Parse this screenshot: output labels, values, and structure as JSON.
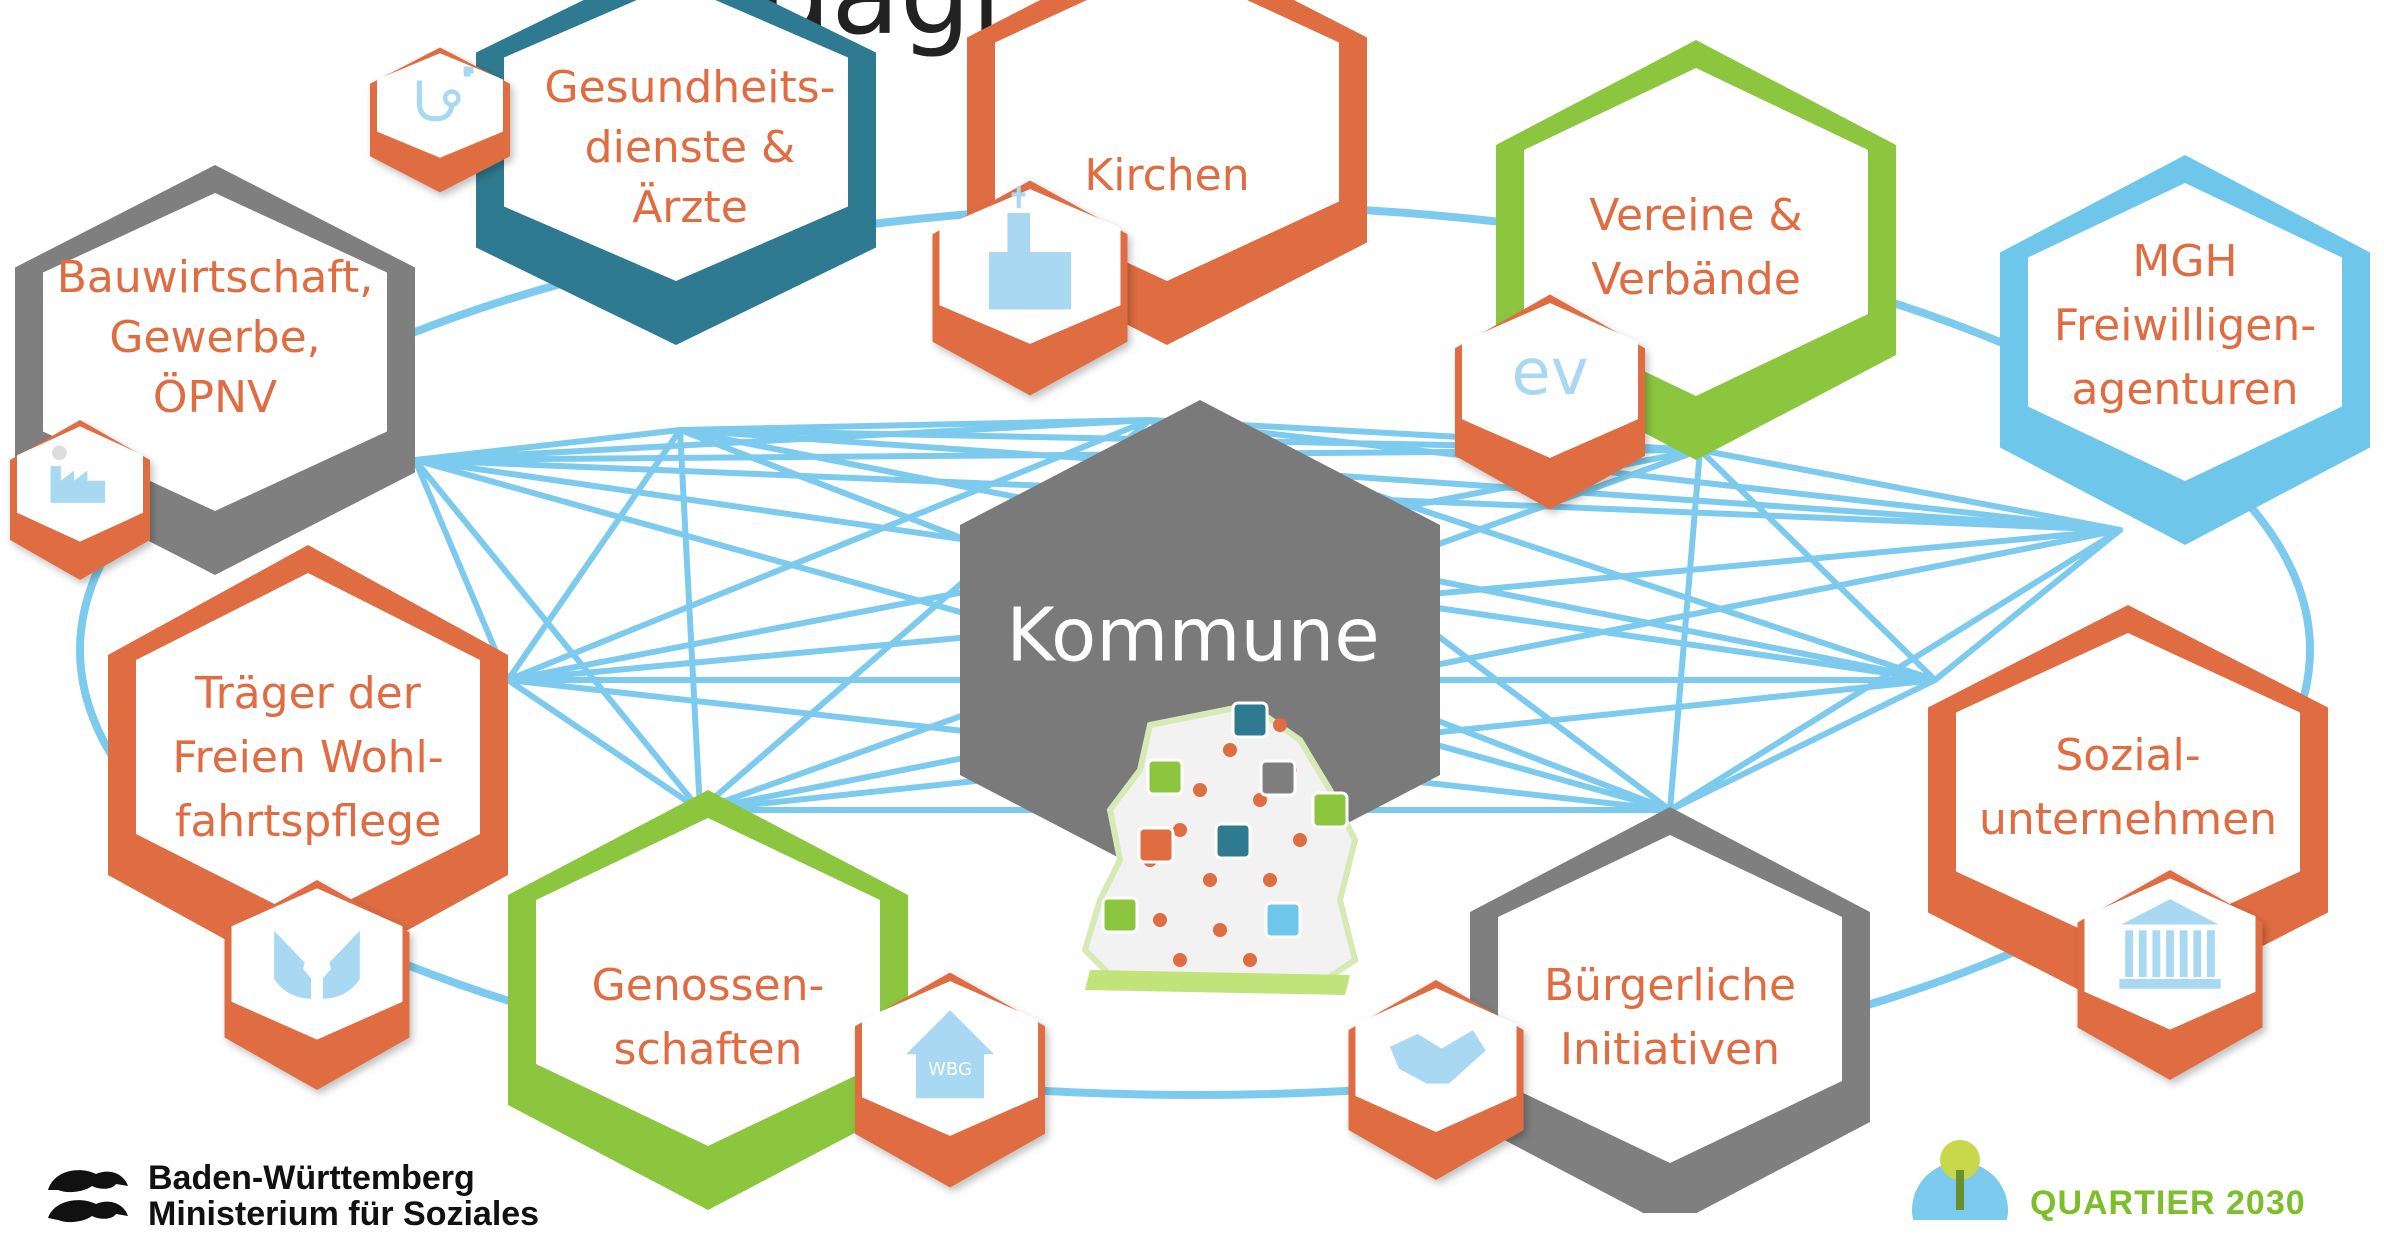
{
  "title_fragment": "gagi",
  "center": {
    "label": "Kommune"
  },
  "partners": [
    {
      "id": "gesundheit",
      "lines": [
        "Gesundheits-",
        "dienste &",
        "Ärzte"
      ],
      "border": "#2e7a90",
      "icon": "stethoscope-icon"
    },
    {
      "id": "kirchen",
      "lines": [
        "Kirchen"
      ],
      "border": "#e06c42",
      "icon": "church-icon"
    },
    {
      "id": "vereine",
      "lines": [
        "Vereine &",
        "Verbände"
      ],
      "border": "#8cc63f",
      "icon": "ev-icon",
      "icon_text": "ev"
    },
    {
      "id": "mgh",
      "lines": [
        "MGH",
        "Freiwilligen-",
        "agenturen"
      ],
      "border": "#6ec6ea",
      "icon": ""
    },
    {
      "id": "bau",
      "lines": [
        "Bauwirtschaft,",
        "Gewerbe,",
        "ÖPNV"
      ],
      "border": "#7f7f7f",
      "icon": "factory-icon"
    },
    {
      "id": "traeger",
      "lines": [
        "Träger der",
        "Freien Wohl-",
        "fahrtspflege"
      ],
      "border": "#e06c42",
      "icon": "hands-heart-icon"
    },
    {
      "id": "sozial",
      "lines": [
        "Sozial-",
        "unternehmen"
      ],
      "border": "#e06c42",
      "icon": "institution-icon"
    },
    {
      "id": "genossen",
      "lines": [
        "Genossen-",
        "schaften"
      ],
      "border": "#8cc63f",
      "icon": "house-wbg-icon",
      "icon_text": "WBG"
    },
    {
      "id": "buerger",
      "lines": [
        "Bürgerliche",
        "Initiativen"
      ],
      "border": "#7f7f7f",
      "icon": "handshake-icon"
    }
  ],
  "colors": {
    "text": "#e06c42",
    "network": "#7ccbee",
    "center": "#7a7a7a",
    "icon_fill": "#a9d8f2"
  },
  "logos": {
    "bw_line1": "Baden-Württemberg",
    "bw_line2": "Ministerium für Soziales",
    "quartier": "QUARTIER 2030"
  }
}
